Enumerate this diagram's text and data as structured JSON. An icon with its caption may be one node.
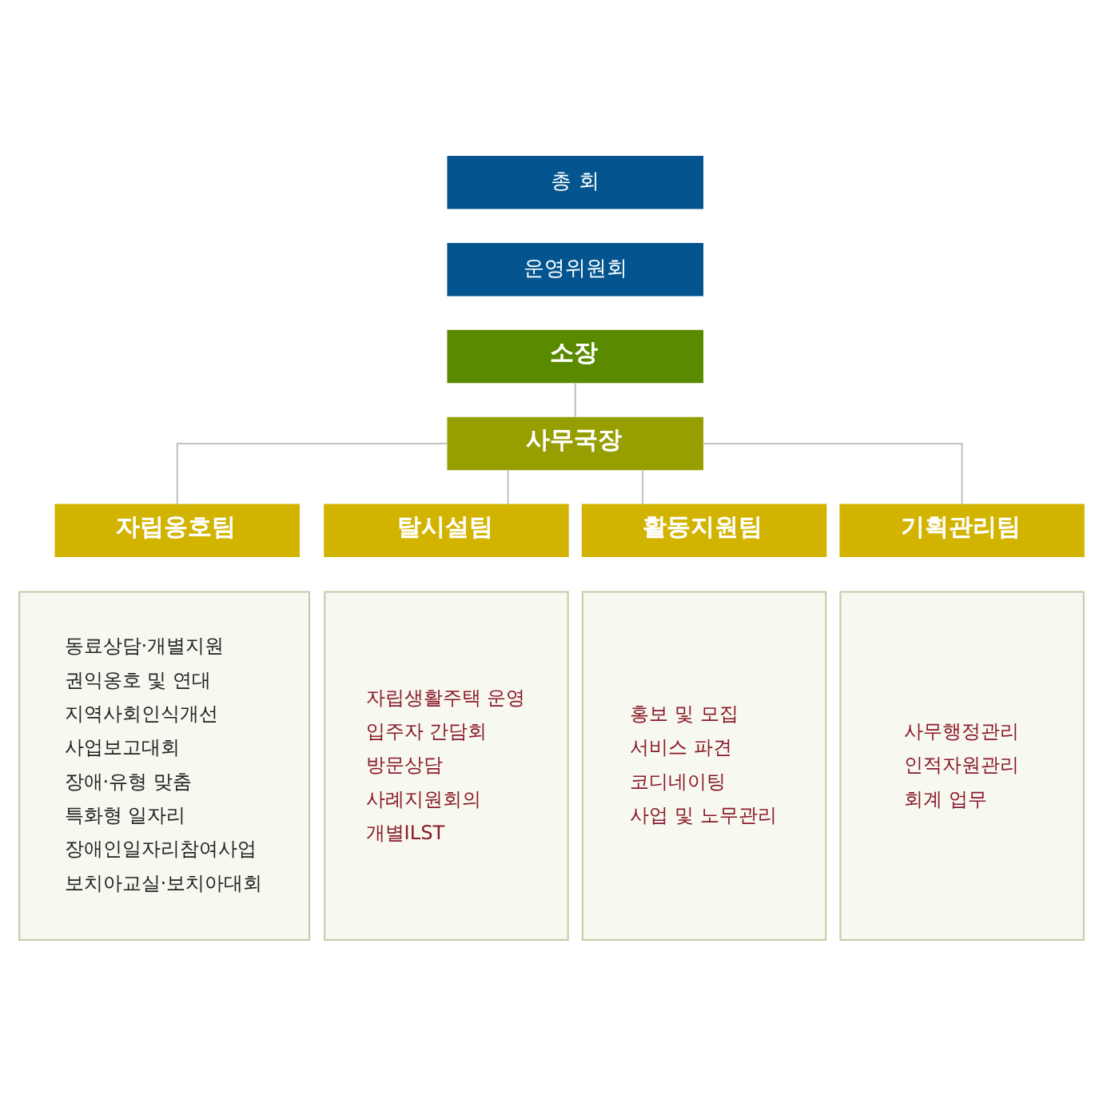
{
  "diagram": {
    "nodes": [
      {
        "text": [
          "총 회"
        ]
      },
      {
        "text": [
          "운영위원회"
        ]
      },
      {
        "text": [
          "소장"
        ]
      },
      {
        "text": [
          "사무국장"
        ]
      },
      {
        "text": [
          "자립옹호팀"
        ]
      },
      {
        "text": [
          "탈시설팀"
        ]
      },
      {
        "text": [
          "활동지원팀"
        ]
      },
      {
        "text": [
          "기획관리팀"
        ]
      },
      {
        "text": [
          "동료상담·개별지원",
          "권익옹호 및 연대",
          "지역사회인식개선",
          "사업보고대회",
          "장애·유형 맞춤",
          "특화형 일자리",
          "장애인일자리참여사업",
          "보치아교실·보치아대회"
        ]
      },
      {
        "text": [
          "자립생활주택 운영",
          "입주자 간담회",
          "방문상담",
          "사례지원회의",
          "개별ILST"
        ]
      },
      {
        "text": [
          "홍보 및 모집",
          "서비스 파견",
          "코디네이팅",
          "사업 및 노무관리"
        ]
      },
      {
        "text": [
          "사무행정관리",
          "인적자원관리",
          "회계 업무"
        ]
      }
    ],
    "edges": [
      {
        "from": 2,
        "to": 3,
        "arrow": "none"
      },
      {
        "from": 3,
        "to": 4,
        "arrow": "none"
      },
      {
        "from": 3,
        "to": 5,
        "arrow": "none"
      },
      {
        "from": 3,
        "to": 6,
        "arrow": "none"
      },
      {
        "from": 3,
        "to": 7,
        "arrow": "none"
      }
    ]
  }
}
